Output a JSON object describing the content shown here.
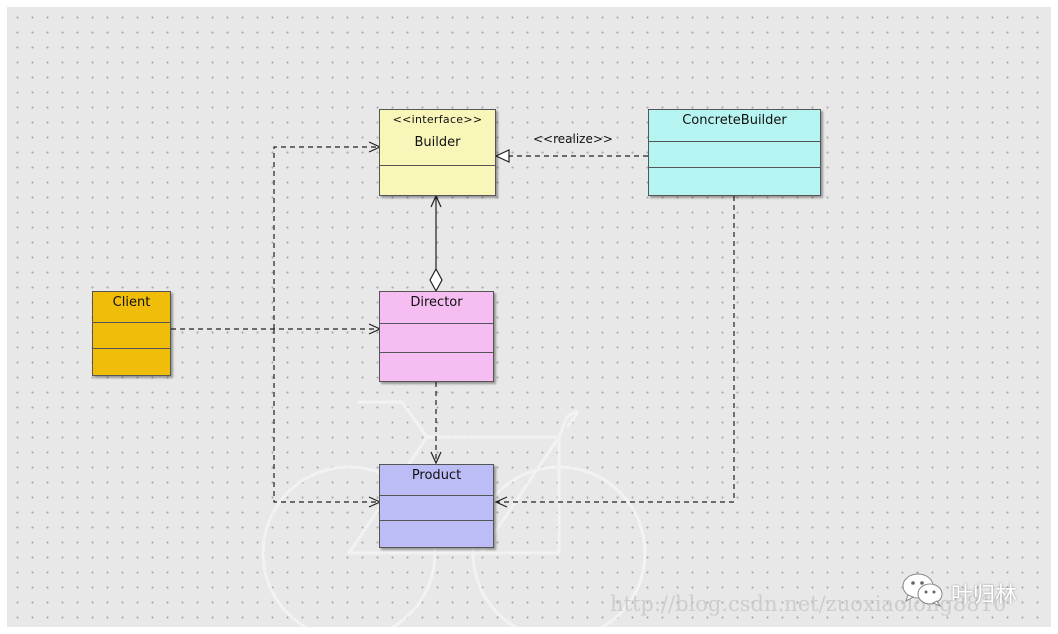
{
  "diagram": {
    "classes": {
      "builder": {
        "stereotype": "<<interface>>",
        "name": "Builder",
        "fill": "#f8f6b8"
      },
      "concrete_builder": {
        "name": "ConcreteBuilder",
        "fill": "#b6f4f2"
      },
      "client": {
        "name": "Client",
        "fill": "#f0be0a"
      },
      "director": {
        "name": "Director",
        "fill": "#f6bdf2"
      },
      "product": {
        "name": "Product",
        "fill": "#bcbcf6"
      }
    },
    "relations": {
      "realize_label": "<<realize>>"
    }
  },
  "watermark": {
    "url_text": "http://blog.csdn.net/zuoxiaolong8810",
    "author": "叶归林",
    "logo_icon": "wechat-icon"
  },
  "colors": {
    "canvas_bg": "#e8e8e8",
    "grid_dot": "#a9a9a9",
    "line": "#222222",
    "bicycle_watermark": "#f4f4f4"
  }
}
